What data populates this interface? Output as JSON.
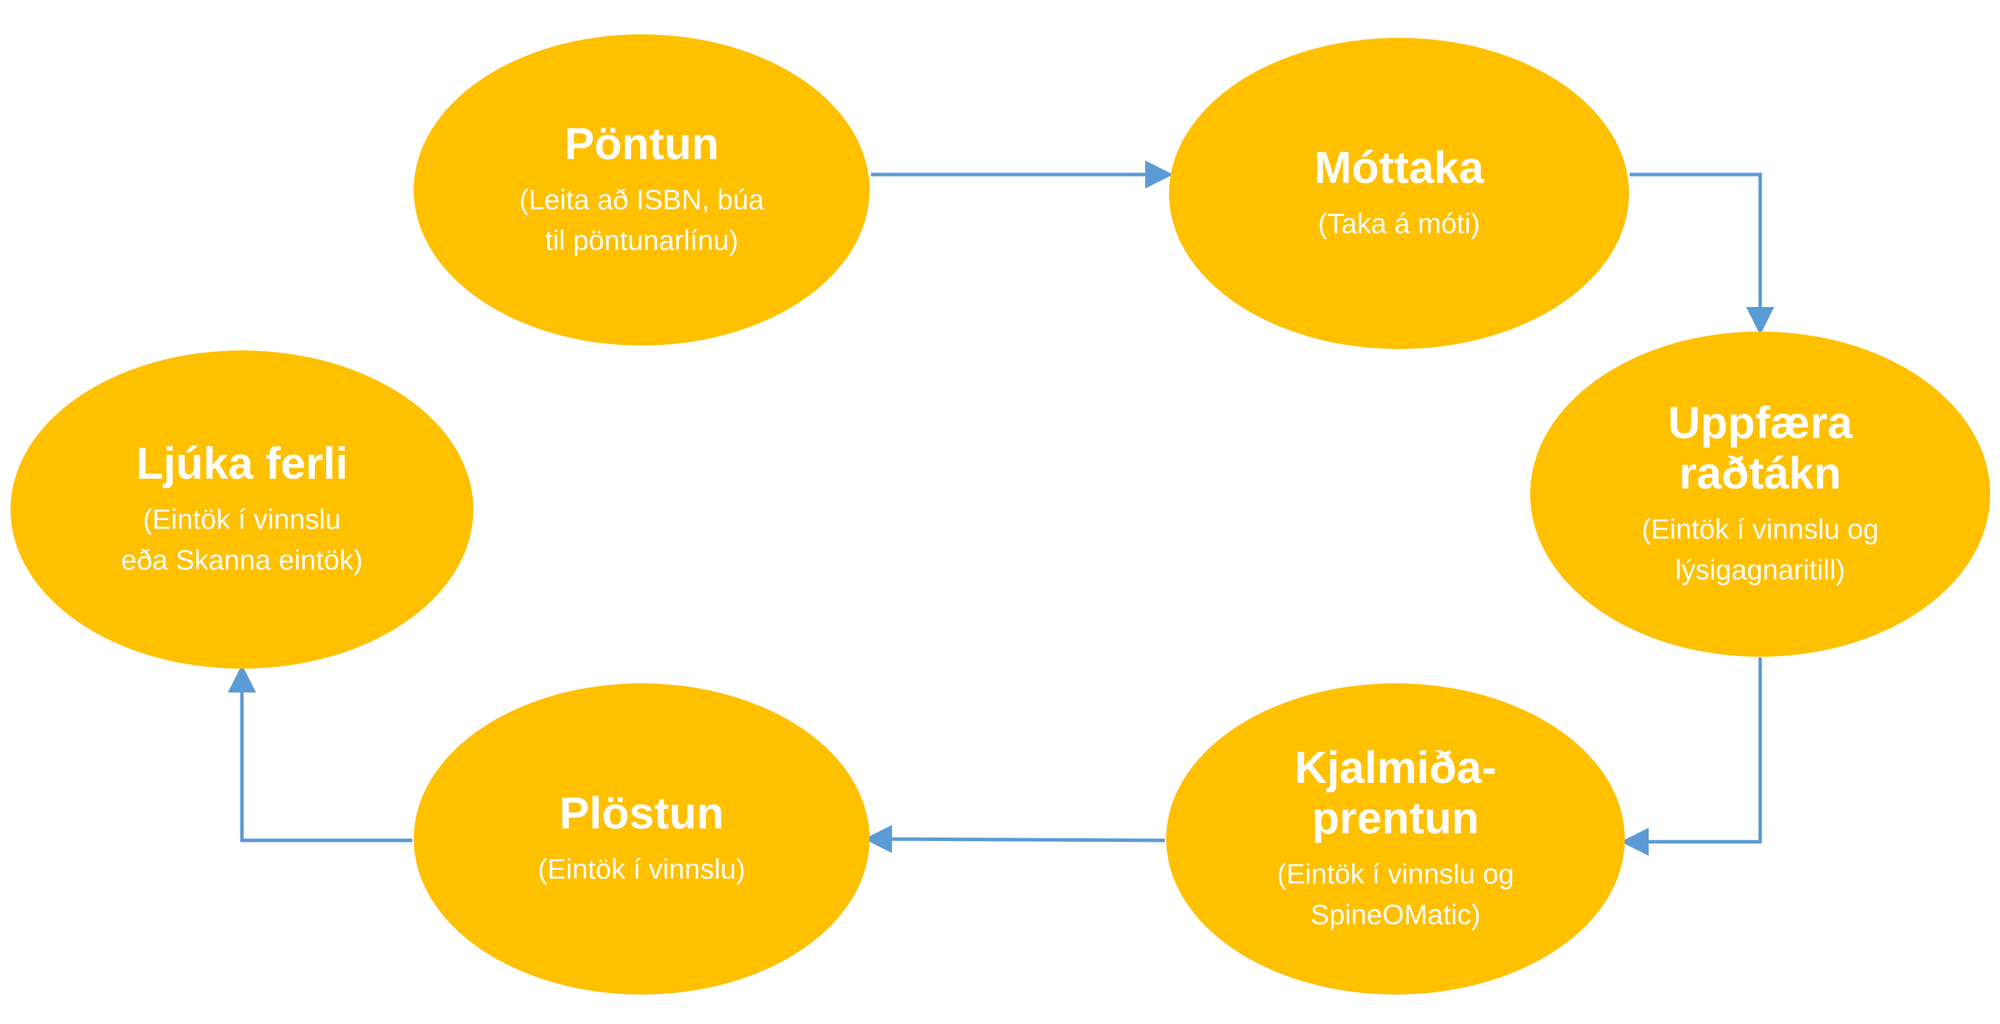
{
  "colors": {
    "node_fill": "#FFC000",
    "connector": "#5B9BD5",
    "text": "#FFFFFF"
  },
  "nodes": [
    {
      "id": "pontun",
      "title_lines": [
        "Pöntun"
      ],
      "subtitle_lines": [
        "(Leita að ISBN, búa",
        "til pöntunarlínu)"
      ]
    },
    {
      "id": "mottaka",
      "title_lines": [
        "Móttaka"
      ],
      "subtitle_lines": [
        "(Taka á móti)"
      ]
    },
    {
      "id": "uppfaera",
      "title_lines": [
        "Uppfæra",
        "raðtákn"
      ],
      "subtitle_lines": [
        "(Eintök í vinnslu og",
        "lýsigagnaritill)"
      ]
    },
    {
      "id": "kjalmida",
      "title_lines": [
        "Kjalmiða-",
        "prentun"
      ],
      "subtitle_lines": [
        "(Eintök í vinnslu og",
        "SpineOMatic)"
      ]
    },
    {
      "id": "plostun",
      "title_lines": [
        "Plöstun"
      ],
      "subtitle_lines": [
        "(Eintök í vinnslu)"
      ]
    },
    {
      "id": "ljuka",
      "title_lines": [
        "Ljúka ferli"
      ],
      "subtitle_lines": [
        "(Eintök í vinnslu",
        "eða Skanna eintök)"
      ]
    }
  ],
  "connectors": [
    {
      "from": "pontun",
      "to": "mottaka"
    },
    {
      "from": "mottaka",
      "to": "uppfaera"
    },
    {
      "from": "uppfaera",
      "to": "kjalmida"
    },
    {
      "from": "kjalmida",
      "to": "plostun"
    },
    {
      "from": "plostun",
      "to": "ljuka"
    }
  ]
}
